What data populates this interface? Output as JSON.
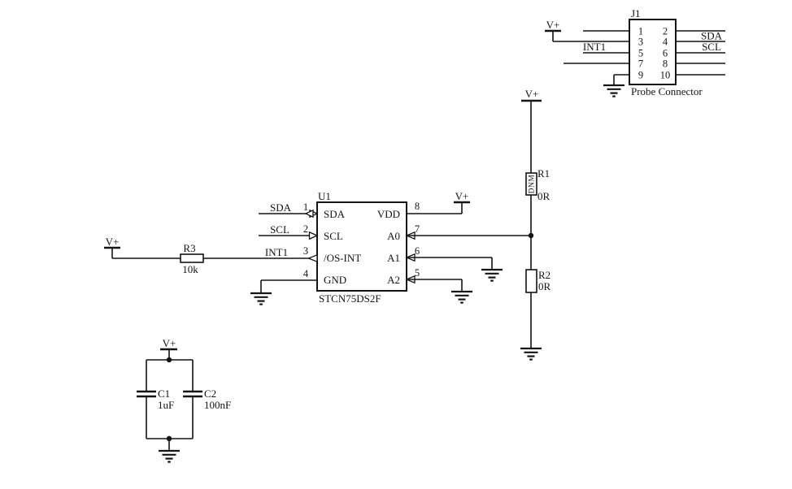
{
  "nets": {
    "vplus": "V+",
    "sda": "SDA",
    "scl": "SCL",
    "int1": "INT1"
  },
  "connector": {
    "refdes": "J1",
    "label": "Probe Connector",
    "pins_left": [
      "1",
      "3",
      "5",
      "7",
      "9"
    ],
    "pins_right": [
      "2",
      "4",
      "6",
      "8",
      "10"
    ]
  },
  "ic": {
    "refdes": "U1",
    "part": "STCN75DS2F",
    "pin_names_left": [
      "SDA",
      "SCL",
      "/OS-INT",
      "GND"
    ],
    "pin_numbers_left": [
      "1",
      "2",
      "3",
      "4"
    ],
    "pin_names_right": [
      "VDD",
      "A0",
      "A1",
      "A2"
    ],
    "pin_numbers_right": [
      "8",
      "7",
      "6",
      "5"
    ]
  },
  "resistors": {
    "r1": {
      "refdes": "R1",
      "value": "0R",
      "body_note": "DNM"
    },
    "r2": {
      "refdes": "R2",
      "value": "0R"
    },
    "r3": {
      "refdes": "R3",
      "value": "10k"
    }
  },
  "capacitors": {
    "c1": {
      "refdes": "C1",
      "value": "1uF"
    },
    "c2": {
      "refdes": "C2",
      "value": "100nF"
    }
  },
  "colors": {
    "wire": "#141414",
    "background": "#ffffff",
    "text": "#141414"
  }
}
